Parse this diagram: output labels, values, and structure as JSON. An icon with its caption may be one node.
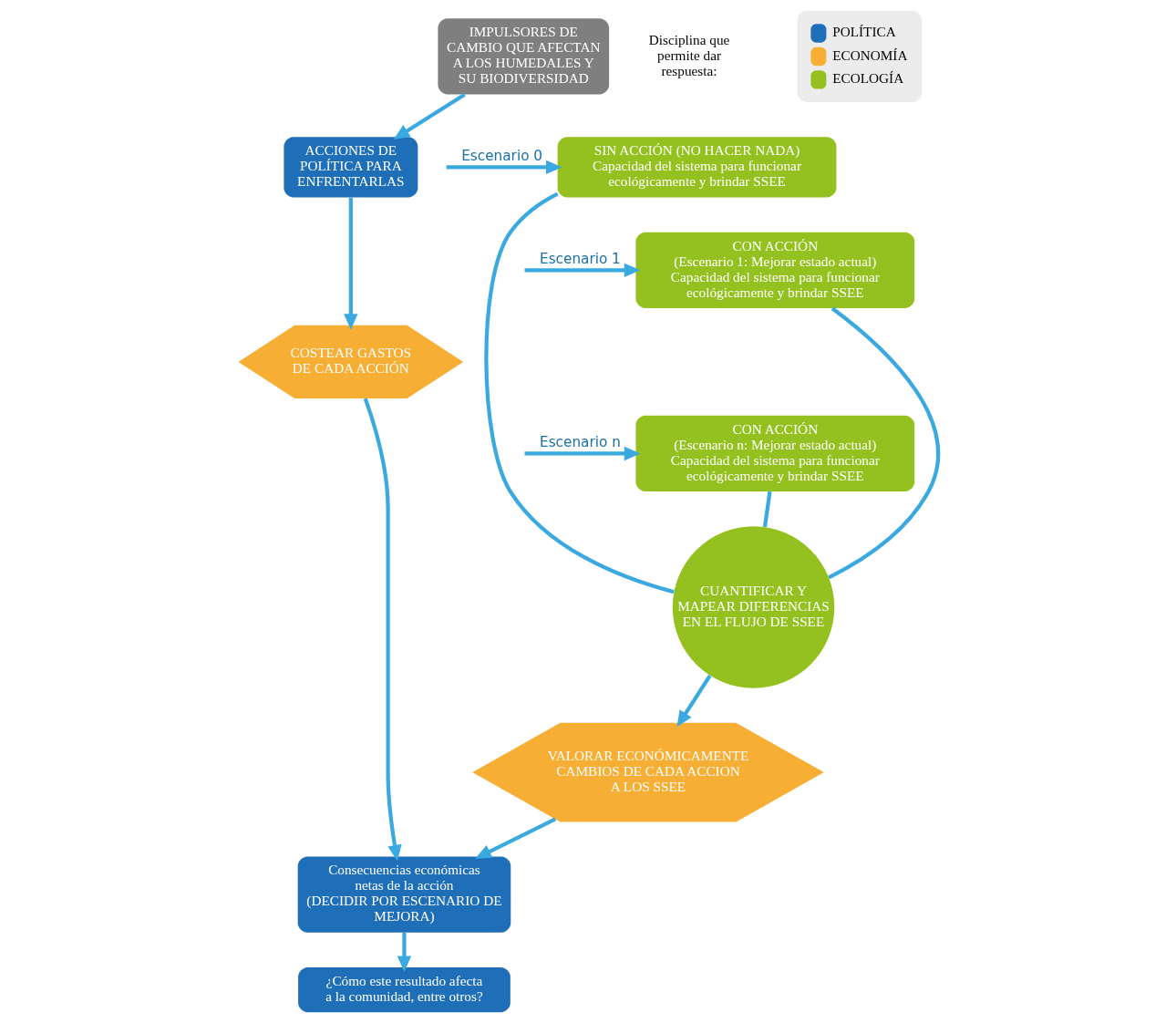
{
  "diagram": {
    "nodes": [
      {
        "text": [
          "IMPULSORES DE CAMBIO QUE AFECTAN A LOS HUMEDALES Y SU BIODIVERSIDAD"
        ]
      },
      {
        "text": [
          "ACCIONES DE POLÍTICA PARA ENFRENTARLAS"
        ]
      },
      {
        "text": [
          "SIN ACCIÓN (NO HACER NADA)",
          "Capacidad del sistema para funcionar ecológicamente y brindar SSEE"
        ]
      },
      {
        "text": [
          "CON ACCIÓN",
          "(Escenario 1: Mejorar estado actual)",
          "Capacidad del sistema para funcionar ecológicamente y brindar SSEE"
        ]
      },
      {
        "text": [
          "CON ACCIÓN",
          "(Escenario n: Mejorar estado actual)",
          "Capacidad del sistema para funcionar ecológicamente y brindar SSEE"
        ]
      },
      {
        "text": [
          "CUANTIFICAR Y MAPEAR DIFERENCIAS EN EL FLUJO DE SSEE"
        ]
      },
      {
        "text": [
          "COSTEAR GASTOS DE CADA ACCIÓN"
        ]
      },
      {
        "text": [
          "Consecuencias económicas netas de la acción",
          "(DECIDIR POR ESCENARIO DE MEJORA)"
        ]
      },
      {
        "text": [
          "VALORAR ECONÓMICAMENTE CAMBIOS DE CADA ACCION A LOS SSEE"
        ]
      },
      {
        "text": [
          "¿Cómo este resultado afecta a la comunidad, entre otros?"
        ]
      }
    ],
    "edges": [
      {
        "from": 0,
        "to": 1,
        "arrow": "to"
      },
      {
        "from": 1,
        "to": 6,
        "arrow": "to"
      },
      {
        "from": null,
        "to": 2,
        "arrow": "to",
        "label": "Escenario 0"
      },
      {
        "from": null,
        "to": 3,
        "arrow": "to",
        "label": "Escenario 1"
      },
      {
        "from": null,
        "to": 4,
        "arrow": "to",
        "label": "Escenario n"
      },
      {
        "from": 2,
        "to": 5,
        "arrow": "none"
      },
      {
        "from": 3,
        "to": 5,
        "arrow": "none"
      },
      {
        "from": 4,
        "to": 5,
        "arrow": "none"
      },
      {
        "from": 5,
        "to": 8,
        "arrow": "to"
      },
      {
        "from": 6,
        "to": 7,
        "arrow": "to"
      },
      {
        "from": 8,
        "to": 7,
        "arrow": "to"
      },
      {
        "from": 7,
        "to": 9,
        "arrow": "to"
      }
    ],
    "labels": [
      "Disciplina que permite dar respuesta:"
    ],
    "legend": [
      {
        "text": "POLÍTICA",
        "color": "#1f6fb8"
      },
      {
        "text": "ECONOMÍA",
        "color": "#f7ae34"
      },
      {
        "text": "ECOLOGÍA",
        "color": "#94c11f"
      }
    ]
  }
}
